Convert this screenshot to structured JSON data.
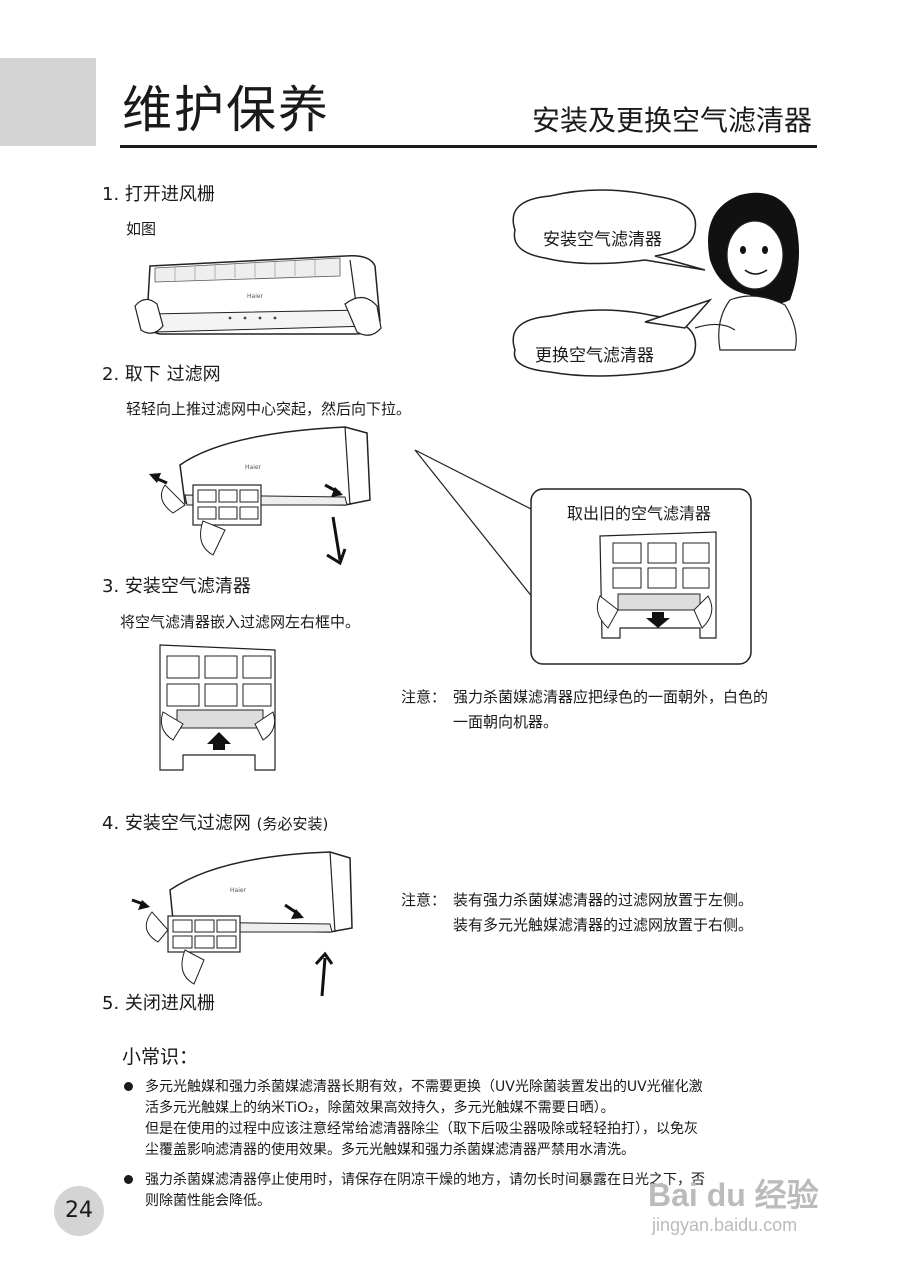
{
  "header": {
    "title": "维护保养",
    "subtitle": "安装及更换空气滤清器"
  },
  "steps": [
    {
      "label": "1. 打开进风栅",
      "desc": "如图"
    },
    {
      "label": "2. 取下 过滤网",
      "desc": "轻轻向上推过滤网中心突起，然后向下拉。"
    },
    {
      "label": "3. 安装空气滤清器",
      "desc": "将空气滤清器嵌入过滤网左右框中。"
    },
    {
      "label": "4. 安装空气过滤网",
      "label_suffix": "(务必安装)"
    },
    {
      "label": "5. 关闭进风栅"
    }
  ],
  "bubbles": {
    "install": "安装空气滤清器",
    "replace": "更换空气滤清器"
  },
  "callout": {
    "label": "取出旧的空气滤清器"
  },
  "notes": {
    "note1_prefix": "注意：",
    "note1_line1": "强力杀菌媒滤清器应把绿色的一面朝外，白色的",
    "note1_line2": "一面朝向机器。",
    "note2_prefix": "注意：",
    "note2_line1": "装有强力杀菌媒滤清器的过滤网放置于左侧。",
    "note2_line2": "装有多元光触媒滤清器的过滤网放置于右侧。"
  },
  "tips": {
    "title": "小常识：",
    "bullet1": [
      "多元光触媒和强力杀菌媒滤清器长期有效，不需要更换（UV光除菌装置发出的UV光催化激",
      "活多元光触媒上的纳米TiO₂，除菌效果高效持久，多元光触媒不需要日晒）。",
      "但是在使用的过程中应该注意经常给滤清器除尘（取下后吸尘器吸除或轻轻拍打），以免灰",
      "尘覆盖影响滤清器的使用效果。多元光触媒和强力杀菌媒滤清器严禁用水清洗。"
    ],
    "bullet2": [
      "强力杀菌媒滤清器停止使用时，请保存在阴凉干燥的地方，请勿长时间暴露在日光之下，否",
      "则除菌性能会降低。"
    ]
  },
  "page_number": "24",
  "watermark": {
    "brand": "Bai du 经验",
    "url": "jingyan.baidu.com"
  },
  "brand_on_unit": "Haier"
}
